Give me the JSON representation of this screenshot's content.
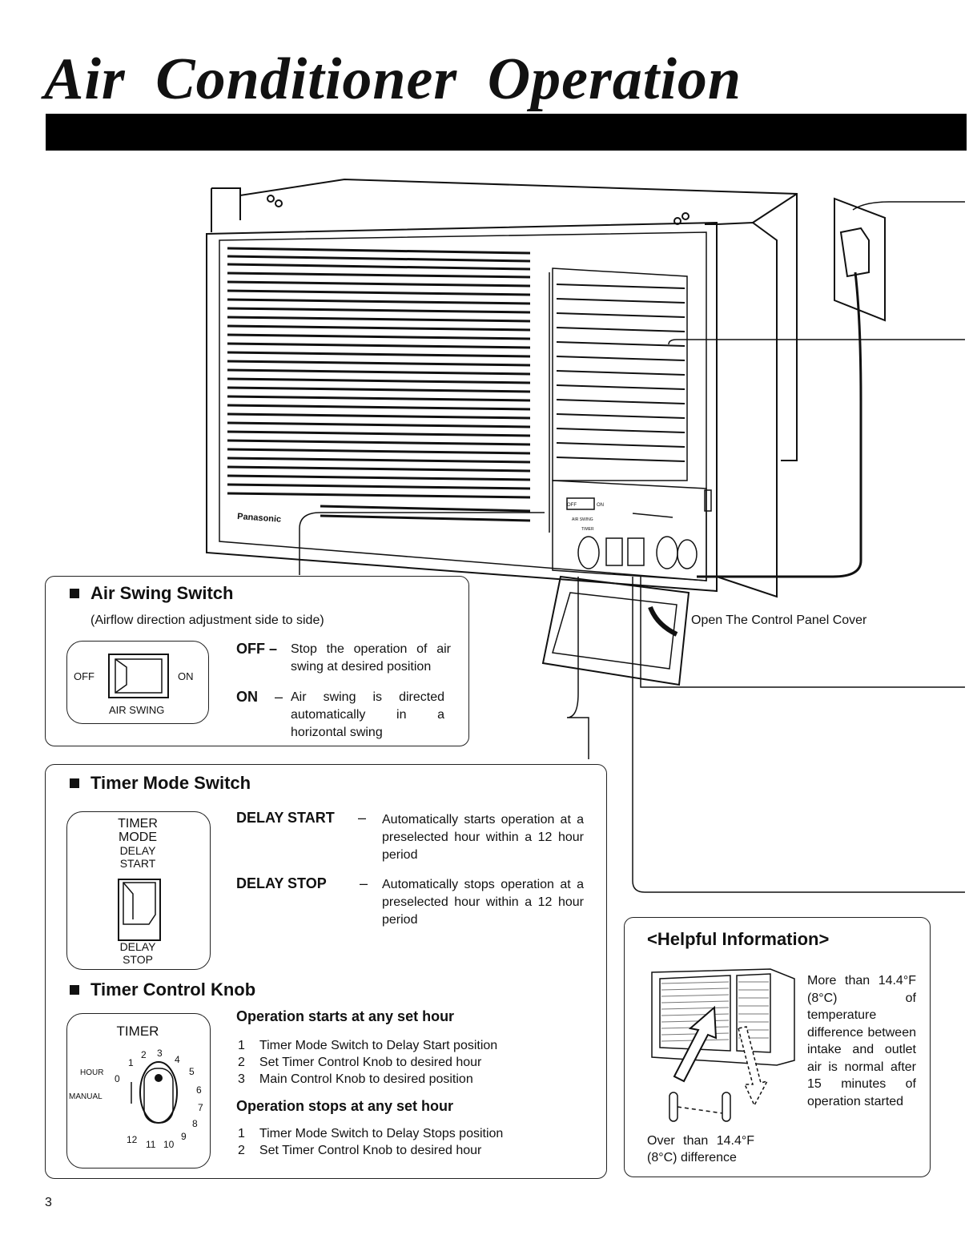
{
  "title": "Air Conditioner Operation",
  "brand": "Panasonic",
  "unit_labels": {
    "off": "OFF",
    "on": "ON",
    "air_swing": "AIR SWING",
    "timer": "TIMER"
  },
  "open_cover_note": "Open The Control Panel Cover",
  "air_swing": {
    "heading": "Air Swing Switch",
    "subtitle": "(Airflow direction adjustment side to side)",
    "diagram": {
      "off": "OFF",
      "on": "ON",
      "caption": "AIR SWING"
    },
    "off_term": "OFF –",
    "off_desc": "Stop the operation of air swing at desired position",
    "on_term": "ON",
    "on_dash": "–",
    "on_desc": "Air swing is directed automatically in a horizontal swing"
  },
  "timer_mode": {
    "heading": "Timer Mode Switch",
    "diagram": {
      "line1": "TIMER",
      "line2": "MODE",
      "delay1": "DELAY",
      "start": "START",
      "delay2": "DELAY",
      "stop": "STOP"
    },
    "delay_start_term": "DELAY START",
    "delay_start_dash": "–",
    "delay_start_desc": "Automatically starts operation at a preselected hour within a 12 hour period",
    "delay_stop_term": "DELAY STOP",
    "delay_stop_dash": "–",
    "delay_stop_desc": "Automatically stops operation at a preselected hour within a 12 hour period"
  },
  "timer_knob": {
    "heading": "Timer Control Knob",
    "diagram": {
      "title": "TIMER",
      "hour_label": "HOUR",
      "manual_label": "MANUAL",
      "numbers": [
        "0",
        "1",
        "2",
        "3",
        "4",
        "5",
        "6",
        "7",
        "8",
        "9",
        "10",
        "11",
        "12"
      ]
    },
    "starts_heading": "Operation starts at any set hour",
    "starts_steps": [
      {
        "n": "1",
        "text": "Timer Mode Switch to Delay Start position"
      },
      {
        "n": "2",
        "text": "Set Timer Control Knob to desired hour"
      },
      {
        "n": "3",
        "text": "Main Control Knob to desired position"
      }
    ],
    "stops_heading": "Operation stops at any set hour",
    "stops_steps": [
      {
        "n": "1",
        "text": "Timer Mode Switch to Delay Stops position"
      },
      {
        "n": "2",
        "text": "Set Timer Control Knob to desired hour"
      }
    ]
  },
  "helpful": {
    "heading": "<Helpful Information>",
    "body": "More than 14.4°F (8°C) of temperature difference between intake and outlet air is normal after 15 minutes of operation started",
    "caption_line1": "Over than 14.4°F",
    "caption_line2": "(8°C) difference"
  },
  "page_number": "3"
}
